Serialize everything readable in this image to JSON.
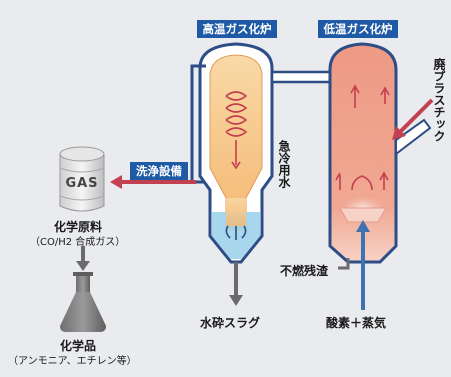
{
  "labels": {
    "high_temp_gasifier": "高温ガス化炉",
    "low_temp_gasifier": "低温ガス化炉",
    "waste_plastic": "廃プラスチック",
    "scrubber": "洗浄設備",
    "quench_water": "急冷用水",
    "gas_tank": "GAS",
    "chemical_feedstock": "化学原料",
    "chemical_feedstock_detail": "（CO/H2 合成ガス）",
    "chemical_products": "化学品",
    "chemical_products_detail": "（アンモニア、エチレン等）",
    "unburnt_residue": "不燃残渣",
    "water_crushed_slag": "水砕スラグ",
    "oxygen_steam": "酸素＋蒸気"
  },
  "colors": {
    "background": "#e9ebee",
    "tag_blue": "#1f5aa6",
    "vessel_outline": "#2c4d85",
    "high_temp_fill": "#f7c98a",
    "low_temp_fill": "#ee9a85",
    "arrow_red": "#c2404f",
    "arrow_gray": "#6b6b6b",
    "water_blue": "#9fd2ea",
    "oxygen_blue": "#3d73b3"
  }
}
